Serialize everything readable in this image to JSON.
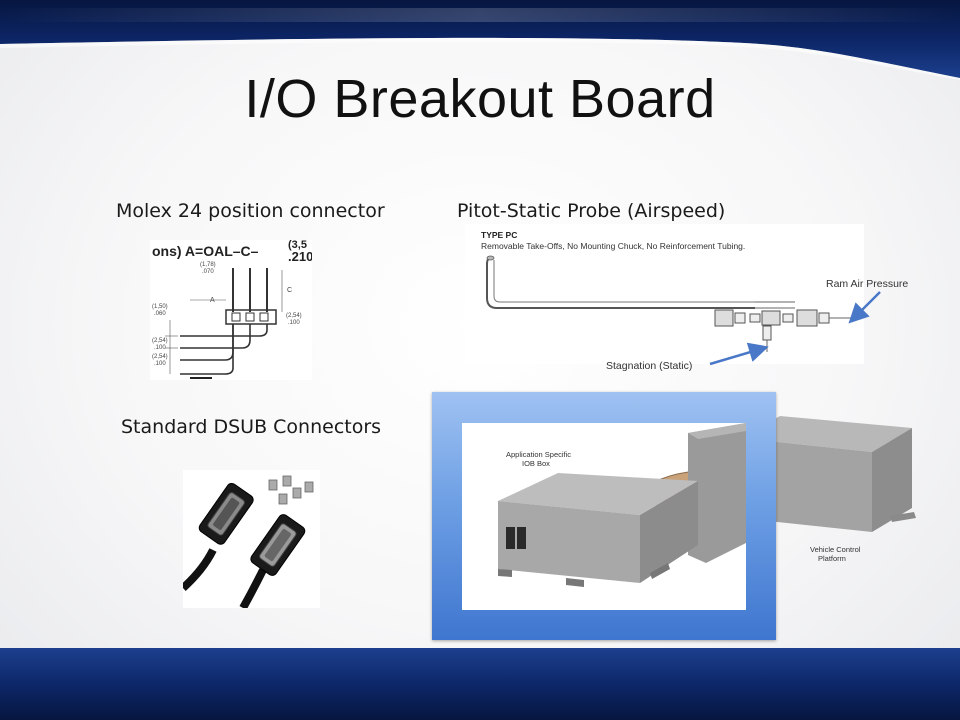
{
  "slide": {
    "title": "I/O Breakout Board",
    "colors": {
      "band_dark": "#0c2565",
      "band_light": "#1c3f8e",
      "frame_top": "#9fc2f2",
      "frame_bottom": "#3f76cf",
      "arrow": "#4a78c8"
    }
  },
  "molex": {
    "caption": "Molex 24 position connector",
    "drawing": {
      "header_text": "ons) A=OAL–C–",
      "header_value": "(3,5",
      "header_value2": ".210",
      "dim_178": "(1,78)",
      "dim_070": ".070",
      "dim_A": "A",
      "dim_C": "C",
      "dim_150": "(1,50)",
      "dim_060": ".060",
      "dim_254a": "(2,54)",
      "dim_100a": ".100",
      "dim_254b": "(2,54)",
      "dim_100b": ".100",
      "dim_254c": "(2,54)",
      "dim_100c": ".100"
    }
  },
  "pitot": {
    "caption": "Pitot-Static Probe (Airspeed)",
    "type_title": "TYPE PC",
    "type_desc": "Removable Take-Offs, No Mounting Chuck, No Reinforcement Tubing.",
    "ram_label": "Ram Air Pressure",
    "static_label": "Stagnation (Static)"
  },
  "dsub": {
    "caption": "Standard DSUB Connectors"
  },
  "iob": {
    "iob_label_line1": "Application Specific",
    "iob_label_line2": "IOB Box",
    "vcp_label_line1": "Vehicle Control",
    "vcp_label_line2": "Platform"
  }
}
